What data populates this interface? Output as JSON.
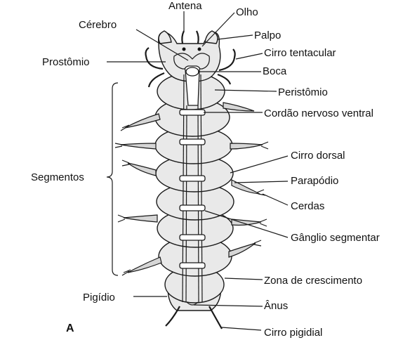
{
  "figure": {
    "panel_letter": "A",
    "labels": {
      "antena": "Antena",
      "olho": "Olho",
      "cerebro": "Cérebro",
      "palpo": "Palpo",
      "cirro_tentacular": "Cirro tentacular",
      "prostomio": "Prostômio",
      "boca": "Boca",
      "peristomio": "Peristômio",
      "cordao": "Cordão nervoso ventral",
      "segmentos": "Segmentos",
      "cirro_dorsal": "Cirro dorsal",
      "parapodio": "Parapódio",
      "cerdas": "Cerdas",
      "ganglio": "Gânglio segmentar",
      "zona": "Zona de crescimento",
      "pigidio": "Pigídio",
      "anus": "Ânus",
      "cirro_pigidial": "Cirro pigidial"
    }
  }
}
